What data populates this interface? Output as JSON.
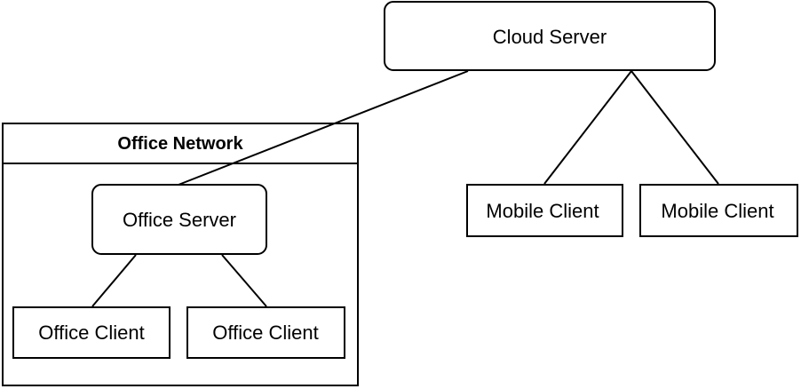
{
  "diagram": {
    "group": {
      "title": "Office Network"
    },
    "nodes": {
      "cloud_server": "Cloud Server",
      "office_server": "Office Server",
      "office_client_1": "Office Client",
      "office_client_2": "Office Client",
      "mobile_client_1": "Mobile Client",
      "mobile_client_2": "Mobile Client"
    },
    "edges": [
      {
        "from": "cloud_server",
        "to": "office_server"
      },
      {
        "from": "cloud_server",
        "to": "mobile_client_1"
      },
      {
        "from": "cloud_server",
        "to": "mobile_client_2"
      },
      {
        "from": "office_server",
        "to": "office_client_1"
      },
      {
        "from": "office_server",
        "to": "office_client_2"
      }
    ]
  }
}
